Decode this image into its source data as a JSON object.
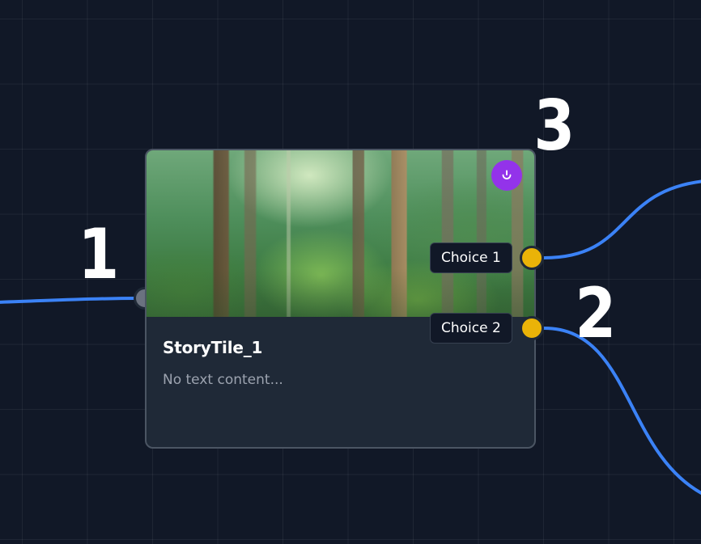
{
  "canvas": {
    "background_color": "#111827",
    "grid_color": "#1f2937"
  },
  "edges": [
    {
      "id": "incoming",
      "from": "left-offscreen",
      "to": "node-input",
      "color": "#3b82f6"
    },
    {
      "id": "choice-1-edge",
      "from": "choice-1-handle",
      "to": "right-offscreen-top",
      "color": "#3b82f6"
    },
    {
      "id": "choice-2-edge",
      "from": "choice-2-handle",
      "to": "right-offscreen-bottom",
      "color": "#3b82f6"
    }
  ],
  "node": {
    "title": "StoryTile_1",
    "text": "No text content...",
    "image_description": "forest illustration",
    "badge_icon": "touch-icon",
    "badge_color": "#9333ea",
    "choices": [
      {
        "label": "Choice 1",
        "handle_color": "#eab308"
      },
      {
        "label": "Choice 2",
        "handle_color": "#eab308"
      }
    ],
    "input_handle_color": "#6b7280"
  },
  "annotations": [
    {
      "label": "1"
    },
    {
      "label": "2"
    },
    {
      "label": "3"
    }
  ]
}
